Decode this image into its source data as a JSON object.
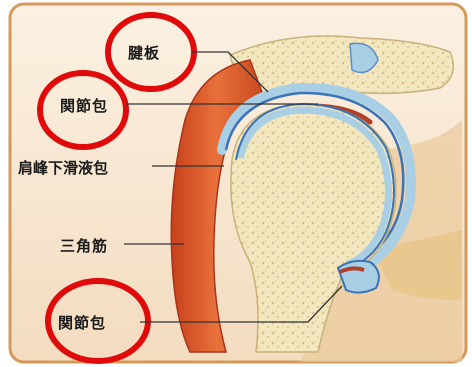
{
  "labels": {
    "tendon_plate": "腱板",
    "joint_capsule_upper": "関節包",
    "subacromial_bursa": "肩峰下滑液包",
    "deltoid": "三角筋",
    "joint_capsule_lower": "関節包"
  },
  "colors": {
    "frame_border": "#d49a5a",
    "background": "#f7e8d2",
    "muscle": "#d9582a",
    "bone": "#f0e2b4",
    "cartilage": "#a8cfe4",
    "capsule_line": "#3a73b8",
    "highlight_circle": "#e00a0a"
  }
}
